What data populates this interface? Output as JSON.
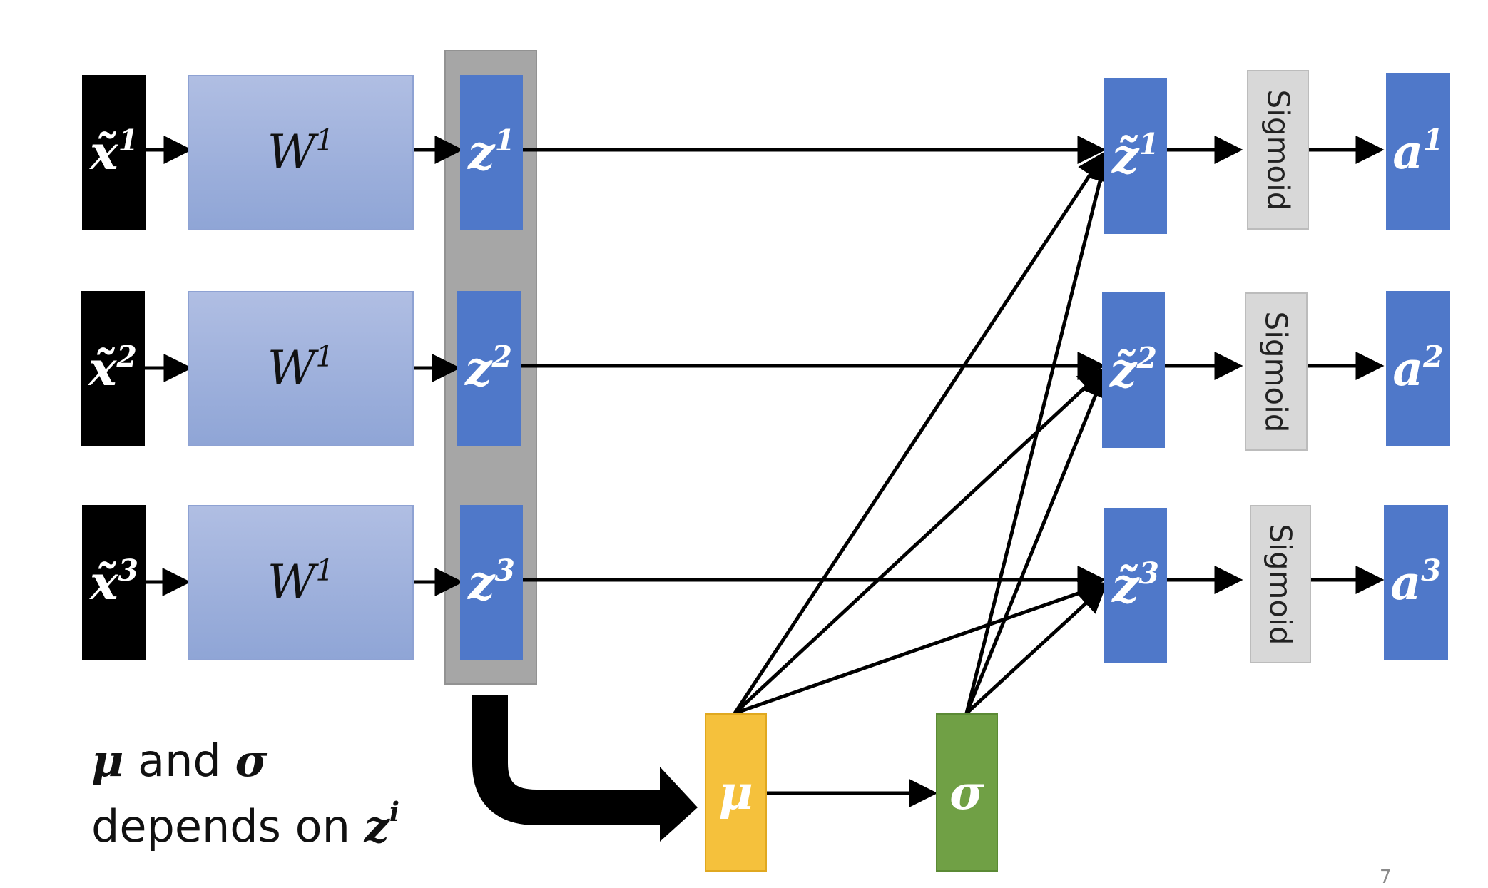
{
  "rows": [
    {
      "x_base": "x̃",
      "x_sup": "1",
      "w_base": "W",
      "w_sup": "1",
      "z_base": "z",
      "z_sup": "1",
      "zt_base": "z̃",
      "zt_sup": "1",
      "sigmoid": "Sigmoid",
      "a_base": "a",
      "a_sup": "1"
    },
    {
      "x_base": "x̃",
      "x_sup": "2",
      "w_base": "W",
      "w_sup": "1",
      "z_base": "z",
      "z_sup": "2",
      "zt_base": "z̃",
      "zt_sup": "2",
      "sigmoid": "Sigmoid",
      "a_base": "a",
      "a_sup": "2"
    },
    {
      "x_base": "x̃",
      "x_sup": "3",
      "w_base": "W",
      "w_sup": "1",
      "z_base": "z",
      "z_sup": "3",
      "zt_base": "z̃",
      "zt_sup": "3",
      "sigmoid": "Sigmoid",
      "a_base": "a",
      "a_sup": "3"
    }
  ],
  "mu": {
    "label": "μ",
    "color": "#f5c13c"
  },
  "sigma": {
    "label": "σ",
    "color": "#70a045"
  },
  "note": {
    "line1_mu": "μ",
    "line1_mid": " and ",
    "line1_sigma": "σ",
    "line2_text": "depends on ",
    "line2_z": "z",
    "line2_sup": "i"
  },
  "colors": {
    "z_blue": "#4f78c9",
    "weight_blue": "#9fb0dc",
    "input_black": "#000000",
    "panel_gray": "#a6a6a6",
    "sigmoid_gray": "#d8d8d8",
    "cursor_red": "#e02020"
  },
  "page_number": "7"
}
